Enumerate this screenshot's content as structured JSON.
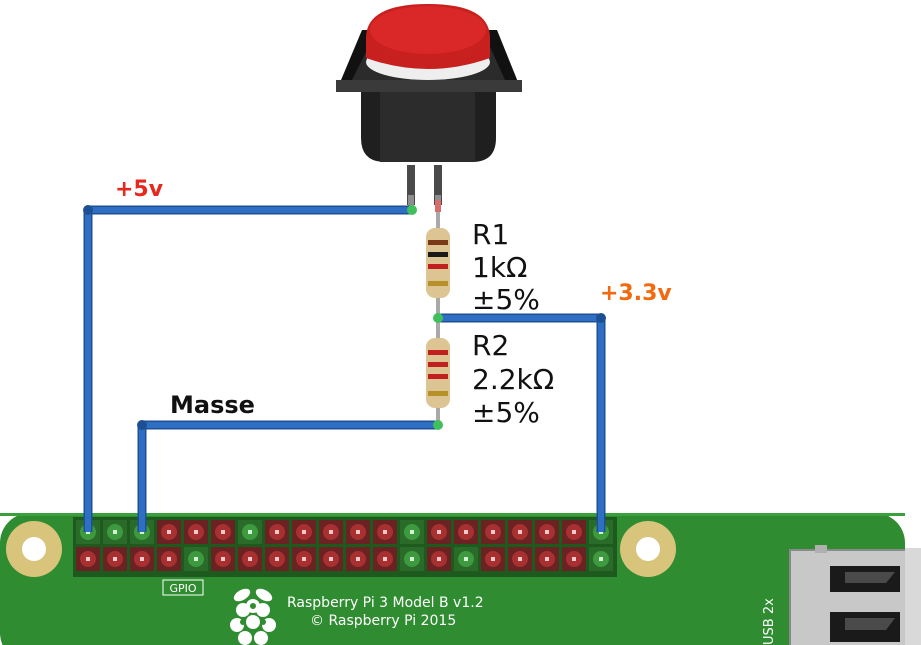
{
  "labels": {
    "v5": "+5v",
    "v33": "+3.3v",
    "ground": "Masse"
  },
  "r1": {
    "name": "R1",
    "value": "1kΩ",
    "tolerance": "±5%"
  },
  "r2": {
    "name": "R2",
    "value": "2.2kΩ",
    "tolerance": "±5%"
  },
  "board": {
    "gpio_label": "GPIO",
    "model": "Raspberry Pi 3 Model B v1.2",
    "copyright": "© Raspberry Pi 2015",
    "usb_label": "USB 2x"
  },
  "colors": {
    "wire": "#2f6fc3",
    "wire_edge": "#1d4f94",
    "board": "#2e8b2e",
    "v5_label": "#e8281f",
    "v33_label": "#f26a10",
    "button_cap": "#c8201f"
  }
}
